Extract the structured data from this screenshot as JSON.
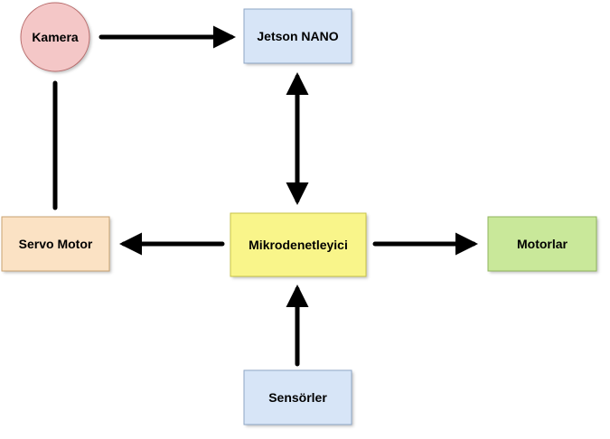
{
  "nodes": {
    "kamera": {
      "label": "Kamera",
      "shape": "circle",
      "fill": "#f4c7c7",
      "stroke": "#b86b6b"
    },
    "jetson": {
      "label": "Jetson NANO",
      "shape": "rect",
      "fill": "#d7e5f7",
      "stroke": "#8ea6c6"
    },
    "servo": {
      "label": "Servo Motor",
      "shape": "rect",
      "fill": "#fbe2c4",
      "stroke": "#c9a270"
    },
    "mikro": {
      "label": "Mikrodenetleyici",
      "shape": "rect",
      "fill": "#f9f58a",
      "stroke": "#c8c247"
    },
    "motorlar": {
      "label": "Motorlar",
      "shape": "rect",
      "fill": "#c9e89a",
      "stroke": "#8fb35c"
    },
    "sensorler": {
      "label": "Sensörler",
      "shape": "rect",
      "fill": "#d7e5f7",
      "stroke": "#8ea6c6"
    }
  },
  "edges": [
    {
      "from": "kamera",
      "to": "jetson",
      "type": "arrow"
    },
    {
      "from": "kamera",
      "to": "servo",
      "type": "line"
    },
    {
      "from": "jetson",
      "to": "mikro",
      "type": "bidirectional"
    },
    {
      "from": "mikro",
      "to": "servo",
      "type": "arrow"
    },
    {
      "from": "mikro",
      "to": "motorlar",
      "type": "arrow"
    },
    {
      "from": "sensorler",
      "to": "mikro",
      "type": "arrow"
    }
  ]
}
